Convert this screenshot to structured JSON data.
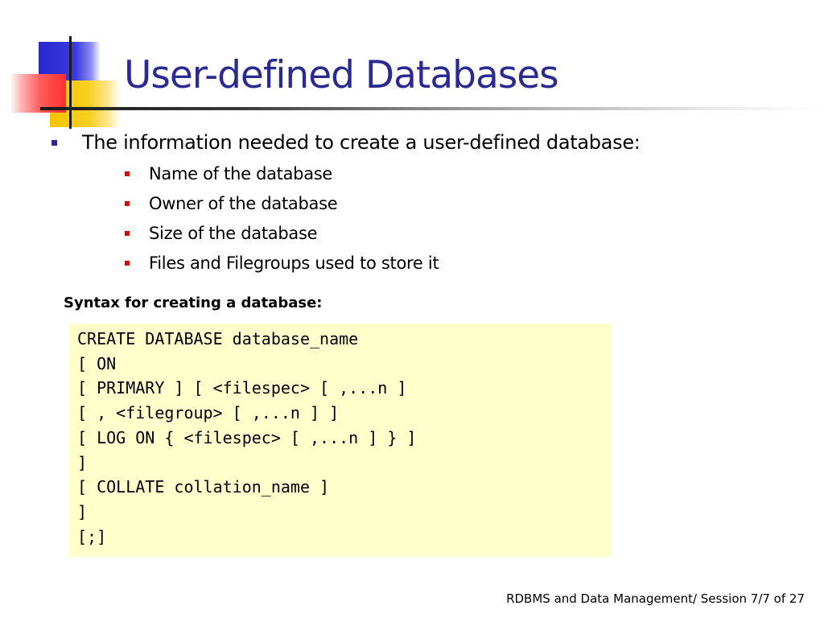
{
  "slide": {
    "title": "User-defined Databases",
    "bullet": "The information needed to create a user-defined database:",
    "sub_bullets": [
      "Name of the database",
      "Owner of the database",
      "Size of the database",
      "Files and Filegroups used to store it"
    ],
    "syntax_label": "Syntax for creating a database:",
    "code_lines": [
      "CREATE DATABASE database_name",
      "[ ON",
      "[ PRIMARY ] [ <filespec> [ ,...n ]",
      "[ , <filegroup> [ ,...n ] ]",
      "[ LOG ON { <filespec> [ ,...n ] } ]",
      "]",
      "[ COLLATE collation_name ]",
      "]",
      "[;]"
    ],
    "footer": "RDBMS and Data Management/ Session 7/7 of 27"
  },
  "colors": {
    "title": "#2a2a95",
    "main_bullet": "#2a2a95",
    "sub_bullet": "#dd0000",
    "code_background": "#ffffcc"
  }
}
